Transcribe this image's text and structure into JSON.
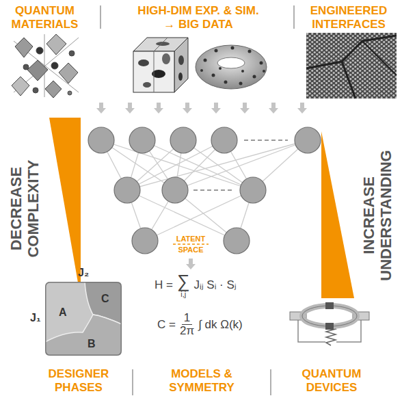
{
  "diagram": {
    "nodes": [
      {
        "text": [
          "J₂",
          "J₁",
          "A",
          "C",
          "B"
        ]
      }
    ],
    "labels": [
      "QUANTUM MATERIALS",
      "HIGH-DIM EXP. & SIM. → BIG DATA",
      "ENGINEERED INTERFACES",
      "DECREASE COMPLEXITY",
      "INCREASE UNDERSTANDING",
      "LATENT SPACE",
      "H =",
      "∑",
      "i,j",
      "Jᵢⱼ Sᵢ · Sⱼ",
      "C =",
      "1",
      "2π",
      "∫ dk Ω(k)",
      "DESIGNER PHASES",
      "MODELS & SYMMETRY",
      "QUANTUM DEVICES"
    ]
  }
}
